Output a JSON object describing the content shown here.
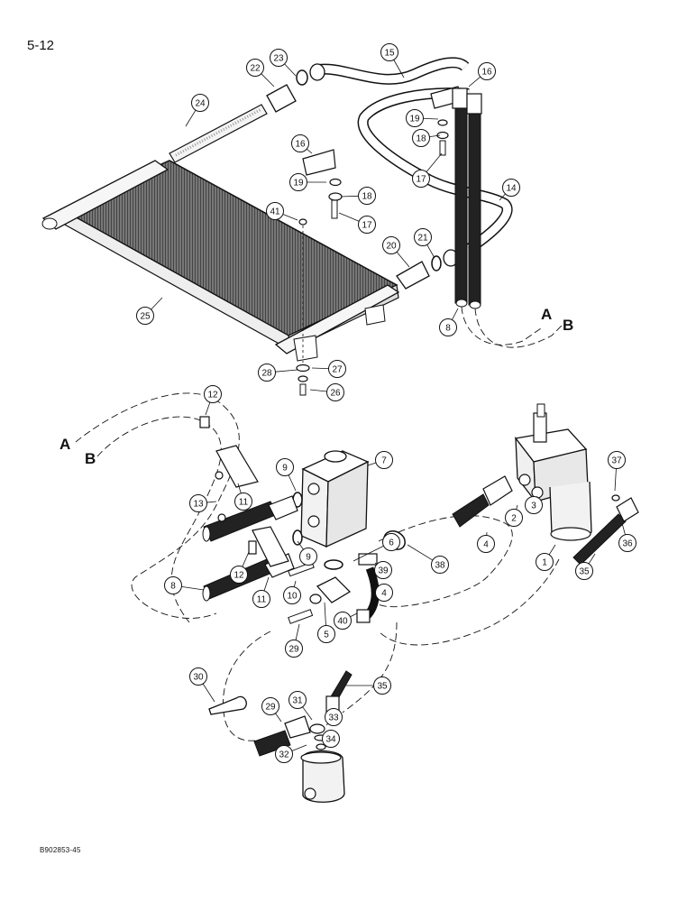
{
  "page": {
    "number": "5-12",
    "drawing_id": "B902853-45"
  },
  "connectors": [
    "A",
    "B",
    "A",
    "B"
  ],
  "callouts": [
    "15",
    "22",
    "23",
    "16",
    "24",
    "19",
    "18",
    "16",
    "17",
    "14",
    "19",
    "18",
    "41",
    "17",
    "20",
    "21",
    "25",
    "8",
    "28",
    "27",
    "26",
    "12",
    "7",
    "9",
    "37",
    "13",
    "11",
    "3",
    "2",
    "9",
    "6",
    "4",
    "1",
    "8",
    "12",
    "11",
    "10",
    "39",
    "38",
    "36",
    "35",
    "4",
    "40",
    "5",
    "29",
    "30",
    "35",
    "29",
    "31",
    "33",
    "32",
    "34"
  ]
}
